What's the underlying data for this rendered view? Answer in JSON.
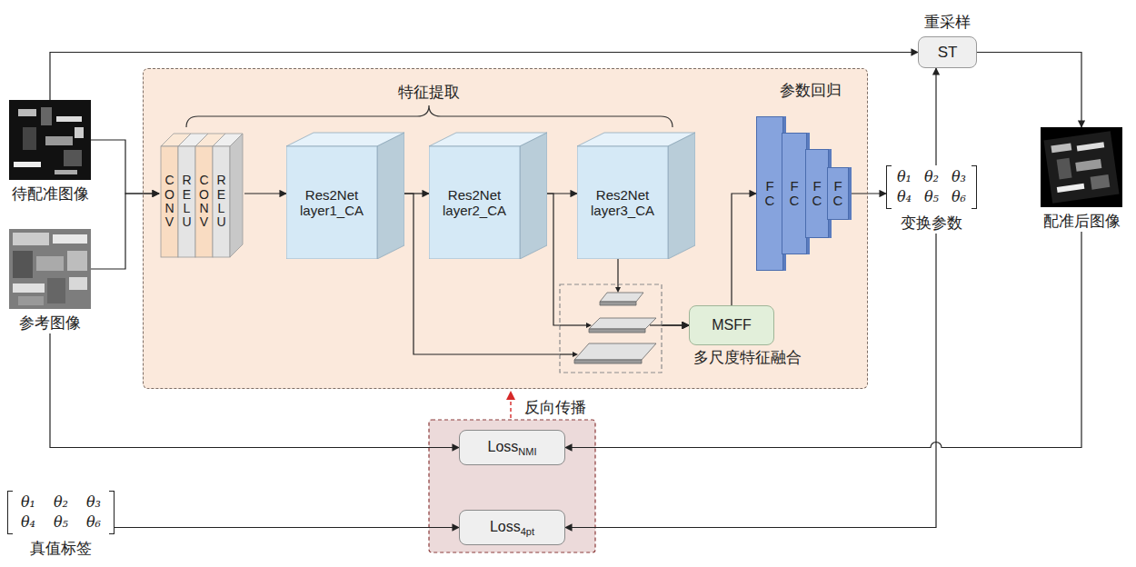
{
  "diagram": {
    "nodes": [
      {
        "text": [
          "待配准图像"
        ]
      },
      {
        "text": [
          "参考图像"
        ]
      },
      {
        "text": [
          "参数回归"
        ]
      },
      {
        "text": [
          "CONV",
          "RELU",
          "CONV",
          "RELU"
        ],
        "in": 2
      },
      {
        "text": [
          "Res2Net layer1_CA"
        ],
        "in": 2
      },
      {
        "text": [
          "Res2Net layer2_CA"
        ],
        "in": 2
      },
      {
        "text": [
          "Res2Net layer3_CA"
        ],
        "in": 2
      },
      {
        "text": [
          "MSFF",
          "多尺度特征融合"
        ],
        "in": 2
      },
      {
        "text": [
          "FC"
        ],
        "in": 2
      },
      {
        "text": [
          "FC"
        ],
        "in": 2
      },
      {
        "text": [
          "FC"
        ],
        "in": 2
      },
      {
        "text": [
          "FC"
        ],
        "in": 2
      },
      {
        "text": [
          "重采样",
          "ST"
        ]
      },
      {
        "text": [
          "θ₁",
          "θ₂",
          "θ₃",
          "θ₄",
          "θ₅",
          "θ₆",
          "变换参数"
        ]
      },
      {
        "text": [
          "配准后图像"
        ]
      },
      {
        "text": [
          "Loss",
          "NMI"
        ]
      },
      {
        "text": [
          "Loss",
          "4pt"
        ]
      },
      {
        "text": [
          "θ₁",
          "θ₂",
          "θ₃",
          "θ₄",
          "θ₅",
          "θ₆",
          "真值标签"
        ]
      }
    ],
    "edges": [
      {
        "from": 0,
        "to": 3,
        "arrow": "to"
      },
      {
        "from": 1,
        "to": 3,
        "arrow": "to"
      },
      {
        "from": 0,
        "to": 12,
        "arrow": "to"
      },
      {
        "from": 3,
        "to": 4,
        "arrow": "to"
      },
      {
        "from": 4,
        "to": 5,
        "arrow": "to"
      },
      {
        "from": 5,
        "to": 6,
        "arrow": "to"
      },
      {
        "from": 4,
        "to": 7,
        "arrow": "to"
      },
      {
        "from": 5,
        "to": 7,
        "arrow": "to"
      },
      {
        "from": 6,
        "to": 7,
        "arrow": "to"
      },
      {
        "from": 7,
        "to": 8,
        "arrow": "to"
      },
      {
        "from": 11,
        "to": 13,
        "arrow": "to"
      },
      {
        "from": 13,
        "to": 12,
        "arrow": "to"
      },
      {
        "from": 13,
        "to": 16,
        "arrow": "to"
      },
      {
        "from": 12,
        "to": 14,
        "arrow": "to"
      },
      {
        "from": 14,
        "to": 15,
        "arrow": "to"
      },
      {
        "from": 1,
        "to": 15,
        "arrow": "to"
      },
      {
        "from": 17,
        "to": 16,
        "arrow": "to"
      }
    ],
    "labels": [
      "特征提取",
      "反向传播"
    ]
  }
}
